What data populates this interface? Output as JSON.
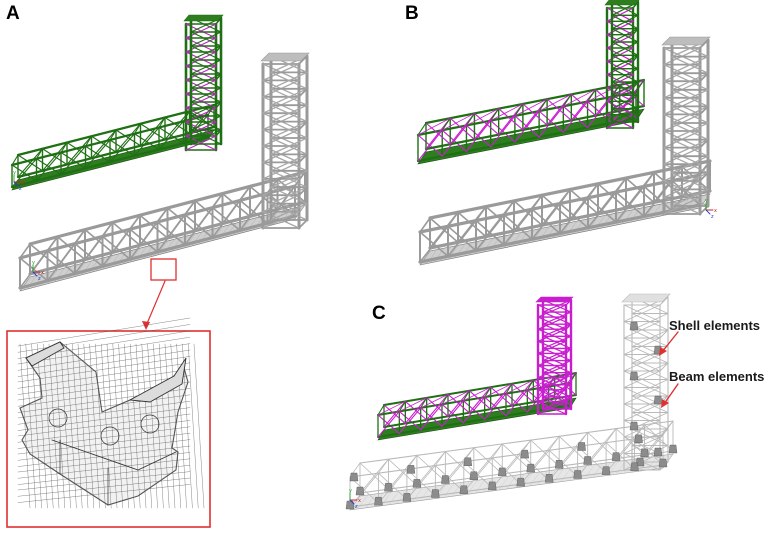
{
  "panels": {
    "a": {
      "letter": "A"
    },
    "b": {
      "letter": "B"
    },
    "c": {
      "letter": "C"
    }
  },
  "annotations": {
    "shell": "Shell elements",
    "beam": "Beam elements"
  },
  "axes": {
    "x": "x",
    "y": "y",
    "z": "z"
  },
  "colors": {
    "truss_green": "#1f6f14",
    "deck_green": "#2e7d1f",
    "brace_magenta": "#c81ecf",
    "steel_gray": "#9a9a9a",
    "steel_dark": "#6e6e6e",
    "wire_gray": "#b9b9b9",
    "shell_gray": "#8c8c8c",
    "callout_red": "#e03030",
    "mesh": "#555555"
  },
  "icons": {
    "axis_triad": "xyz-axis-triad-icon",
    "zoom_box": "zoom-highlight-box",
    "zoom_arrow": "zoom-arrow-icon"
  }
}
